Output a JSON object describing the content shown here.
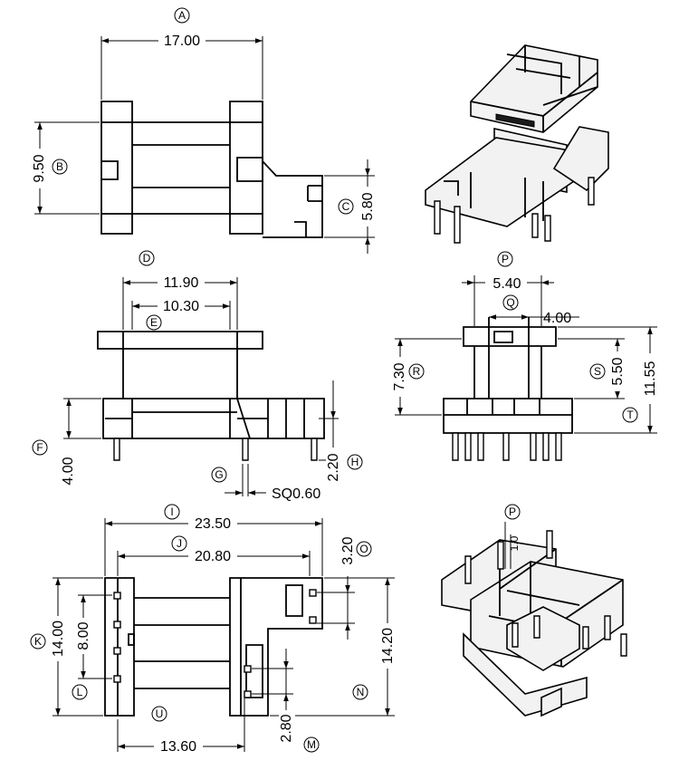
{
  "dimensions": {
    "A": "17.00",
    "B": "9.50",
    "C": "5.80",
    "D": "11.90",
    "E": "10.30",
    "F": "4.00",
    "G": "SQ0.60",
    "H": "2.20",
    "P": "5.40",
    "Q": "4.00",
    "R": "7.30",
    "S": "5.50",
    "T": "11.55",
    "I": "23.50",
    "J": "20.80",
    "O": "3.20",
    "K": "14.00",
    "L": "8.00",
    "N": "14.20",
    "M": "2.80",
    "U": "13.60",
    "pin_pitch": "1.0"
  },
  "labels": {
    "A": "A",
    "B": "B",
    "C": "C",
    "D": "D",
    "E": "E",
    "F": "F",
    "G": "G",
    "H": "H",
    "P": "P",
    "Q": "Q",
    "R": "R",
    "S": "S",
    "T": "T",
    "I": "I",
    "J": "J",
    "O": "O",
    "K": "K",
    "L": "L",
    "N": "N",
    "M": "M",
    "U": "U",
    "P2": "P"
  }
}
